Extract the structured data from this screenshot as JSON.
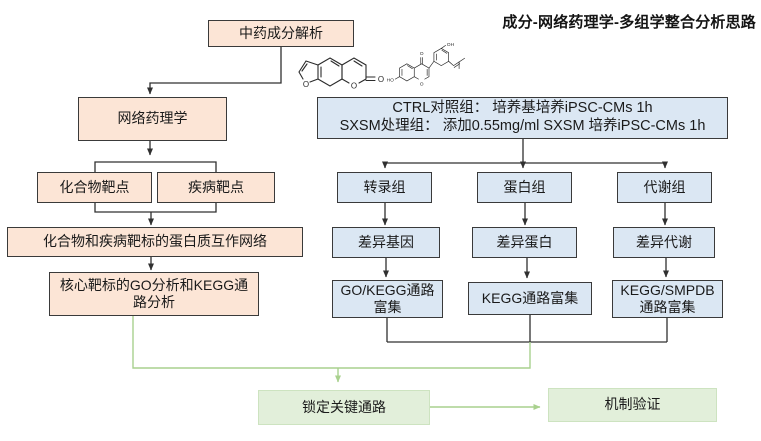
{
  "title": "成分-网络药理学-多组学整合分析思路",
  "left_flow": {
    "herb_analysis": "中药成分解析",
    "network_pharmacology": "网络药理学",
    "compound_targets": "化合物靶点",
    "disease_targets": "疾病靶点",
    "ppi_network": "化合物和疾病靶标的蛋白质互作网络",
    "core_go_kegg": "核心靶标的GO分析和KEGG通路分析"
  },
  "experiment_header": {
    "line1": "CTRL对照组： 培养基培养iPSC-CMs 1h",
    "line2": "SXSM处理组： 添加0.55mg/ml SXSM 培养iPSC-CMs 1h"
  },
  "omics_columns": [
    {
      "omics": "转录组",
      "diff": "差异基因",
      "enrichment": "GO/KEGG通路富集"
    },
    {
      "omics": "蛋白组",
      "diff": "差异蛋白",
      "enrichment": "KEGG通路富集"
    },
    {
      "omics": "代谢组",
      "diff": "差异代谢",
      "enrichment": "KEGG/SMPDB通路富集"
    }
  ],
  "conclusion": {
    "key_pathways": "锁定关键通路",
    "mechanism_validation": "机制验证"
  },
  "molecules": {
    "left": "coumarin-psoralen-structure",
    "right": "prenylated-isoflavone-structure",
    "atom_o": "O",
    "atom_oh": "OH",
    "atom_ho": "HO"
  },
  "colors": {
    "peach_fill": "#fce5d6",
    "blue_fill": "#dbe7f3",
    "green_fill": "#e2efda",
    "green_line": "#a9d18e",
    "dark_line": "#303030",
    "box_border": "#3a3a3a"
  }
}
